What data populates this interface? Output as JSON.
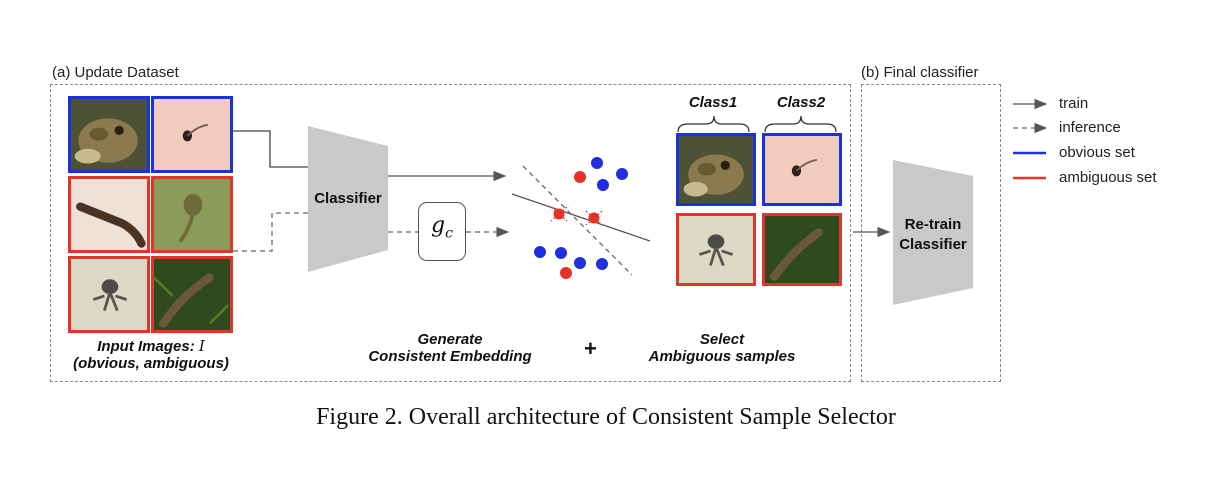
{
  "panels": {
    "update_dataset_title": "(a) Update Dataset",
    "final_classifier_title": "(b) Final classifier"
  },
  "input_images_label": {
    "line1_prefix": "Input Images: ",
    "line1_symbol": "I",
    "line2": "(obvious, ambiguous)"
  },
  "classifier_label": "Classifier",
  "gc_label": {
    "base": "g",
    "sub": "c"
  },
  "generate_label": {
    "line1": "Generate",
    "line2": "Consistent Embedding"
  },
  "plus_sign": "+",
  "select_label": {
    "line1": "Select",
    "line2": "Ambiguous samples"
  },
  "class_labels": {
    "class1": "Class1",
    "class2": "Class2"
  },
  "retrain_label": {
    "line1": "Re-train",
    "line2": "Classifier"
  },
  "legend": {
    "train": "train",
    "inference": "inference",
    "obvious": "obvious set",
    "ambiguous": "ambiguous set"
  },
  "colors": {
    "obvious": "#1a33d9",
    "ambiguous": "#e0352b",
    "blue_point": "#1f2fe0",
    "red_point": "#e53227",
    "classifier_fill": "#c9c9c9"
  },
  "caption": "Figure 2. Overall architecture of Consistent Sample Selector"
}
